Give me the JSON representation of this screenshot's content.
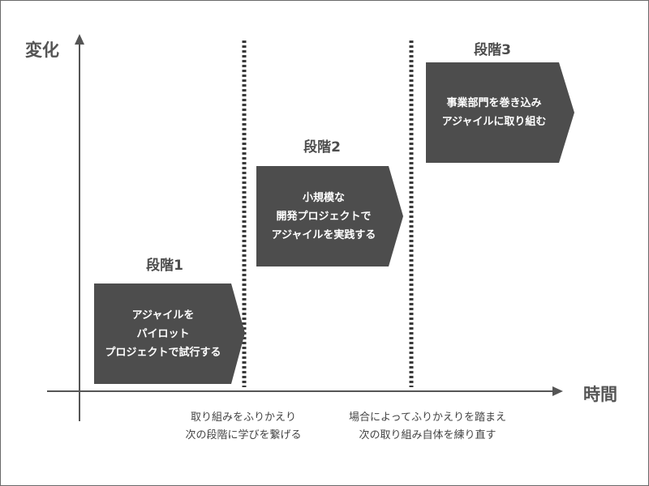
{
  "axes": {
    "y_label": "変化",
    "x_label": "時間"
  },
  "stages": [
    {
      "title": "段階1",
      "lines": [
        "アジャイルを",
        "パイロット",
        "プロジェクトで試行する"
      ]
    },
    {
      "title": "段階2",
      "lines": [
        "小規模な",
        "開発プロジェクトで",
        "アジャイルを実践する"
      ]
    },
    {
      "title": "段階3",
      "lines": [
        "事業部門を巻き込み",
        "アジャイルに取り組む"
      ]
    }
  ],
  "notes": [
    {
      "lines": [
        "取り組みをふりかえり",
        "次の段階に学びを繋げる"
      ]
    },
    {
      "lines": [
        "場合によってふりかえりを踏まえ",
        "次の取り組み自体を練り直す"
      ]
    }
  ],
  "colors": {
    "arrow_fill": "#4d4d4d",
    "axis": "#555555",
    "divider": "#3a3a3a"
  }
}
